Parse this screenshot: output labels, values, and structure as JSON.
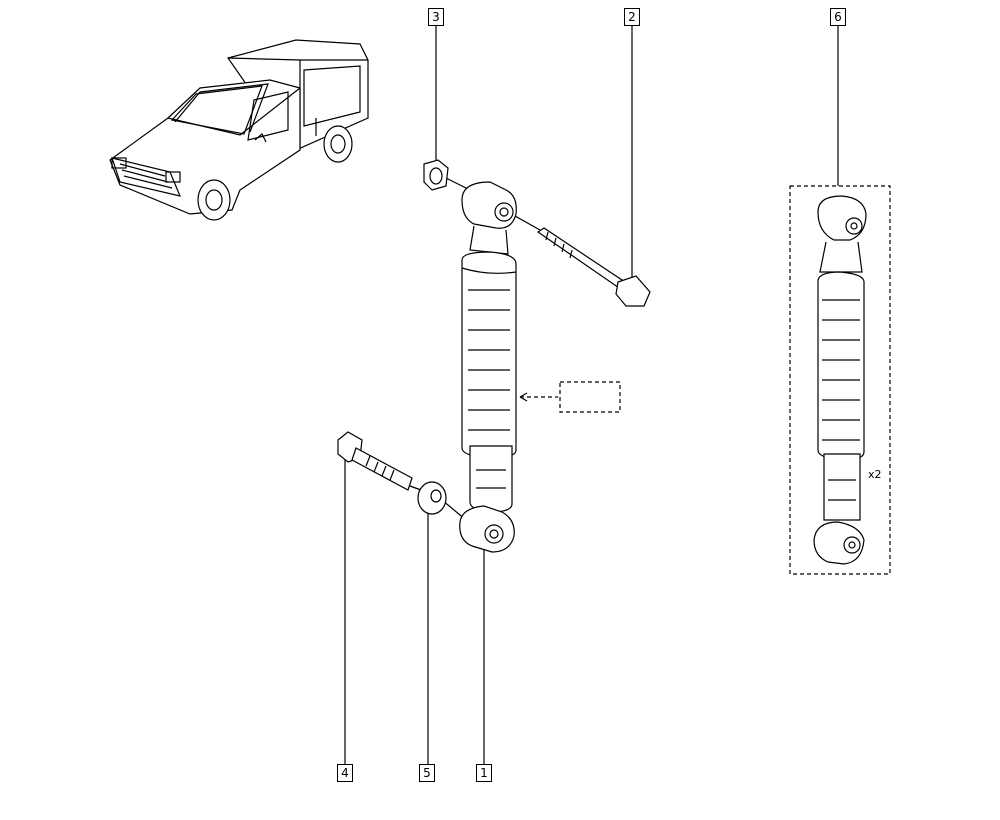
{
  "callouts": {
    "c1": "1",
    "c2": "2",
    "c3": "3",
    "c4": "4",
    "c5": "5",
    "c6": "6"
  },
  "kit_quantity": "x2",
  "icons": {
    "vehicle": "van-illustration-icon",
    "shock": "shock-absorber-icon",
    "bolt": "bolt-icon",
    "nut": "nut-icon",
    "washer": "washer-icon"
  }
}
